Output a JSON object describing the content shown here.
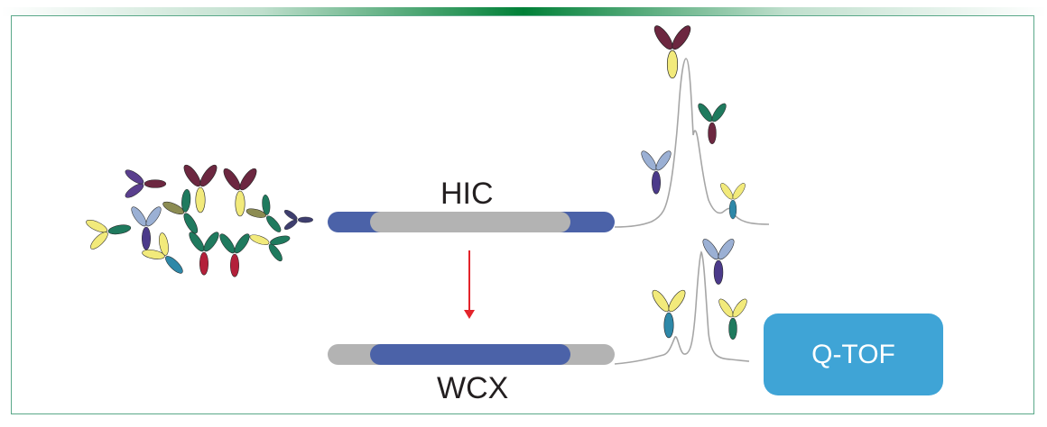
{
  "hic_label": "HIC",
  "wcx_label": "WCX",
  "detector_label": "Q-TOF",
  "colors": {
    "accent_green": "#008037",
    "column_blue": "#4b62a8",
    "column_gray": "#b3b3b3",
    "arrow_red": "#e3242b",
    "detector_blue": "#3fa4d6",
    "trace_gray": "#a6a6a6"
  }
}
